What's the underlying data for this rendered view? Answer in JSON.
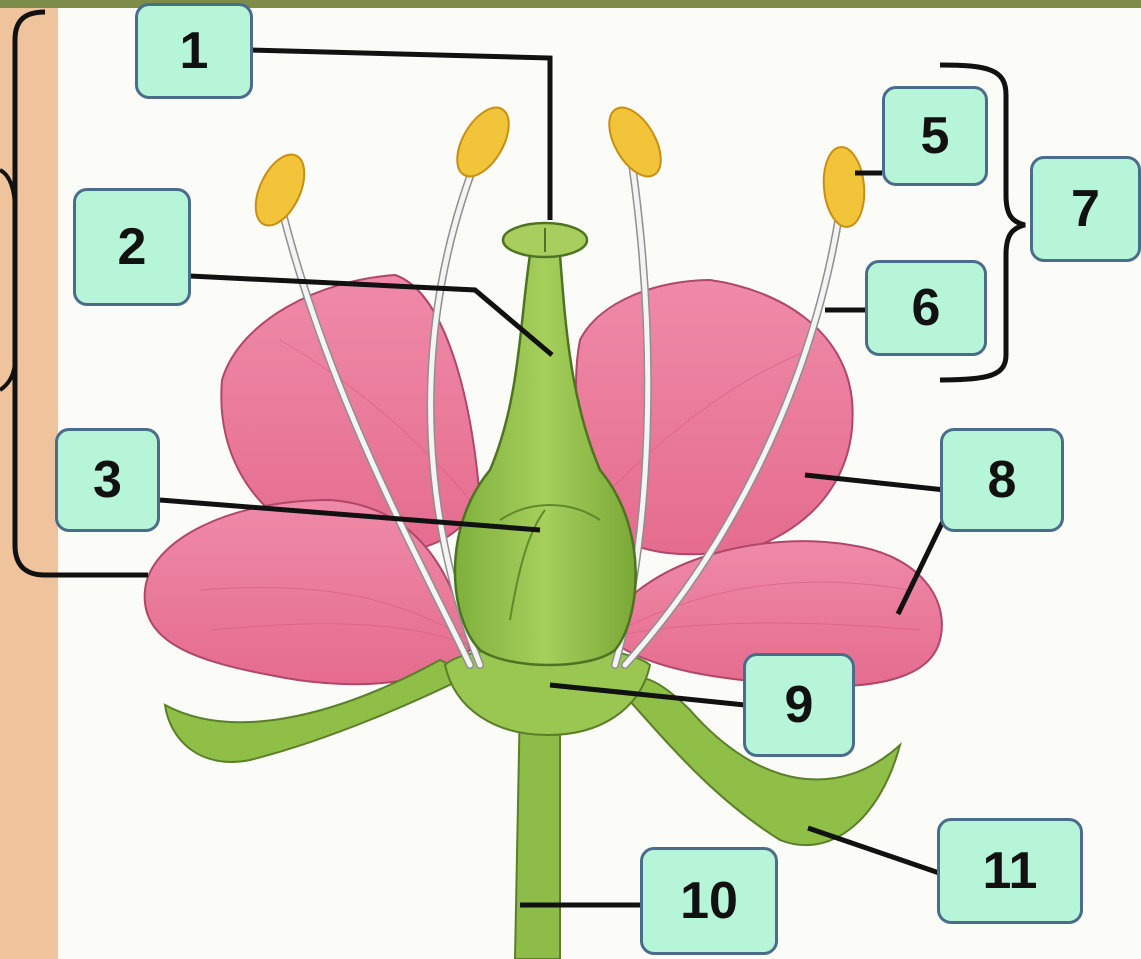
{
  "labels": [
    {
      "id": "l1",
      "text": "1"
    },
    {
      "id": "l2",
      "text": "2"
    },
    {
      "id": "l3",
      "text": "3"
    },
    {
      "id": "l5",
      "text": "5"
    },
    {
      "id": "l6",
      "text": "6"
    },
    {
      "id": "l7",
      "text": "7"
    },
    {
      "id": "l8",
      "text": "8"
    },
    {
      "id": "l9",
      "text": "9"
    },
    {
      "id": "l10",
      "text": "10"
    },
    {
      "id": "l11",
      "text": "11"
    }
  ],
  "colors": {
    "label_fill": "#b7f5d9",
    "label_border": "#4a6d8c",
    "petal": "#e9789a",
    "pistil": "#8cb84a",
    "anther": "#f2c43a",
    "side_strip": "#efc39b",
    "top_bar": "#7d8c48"
  }
}
